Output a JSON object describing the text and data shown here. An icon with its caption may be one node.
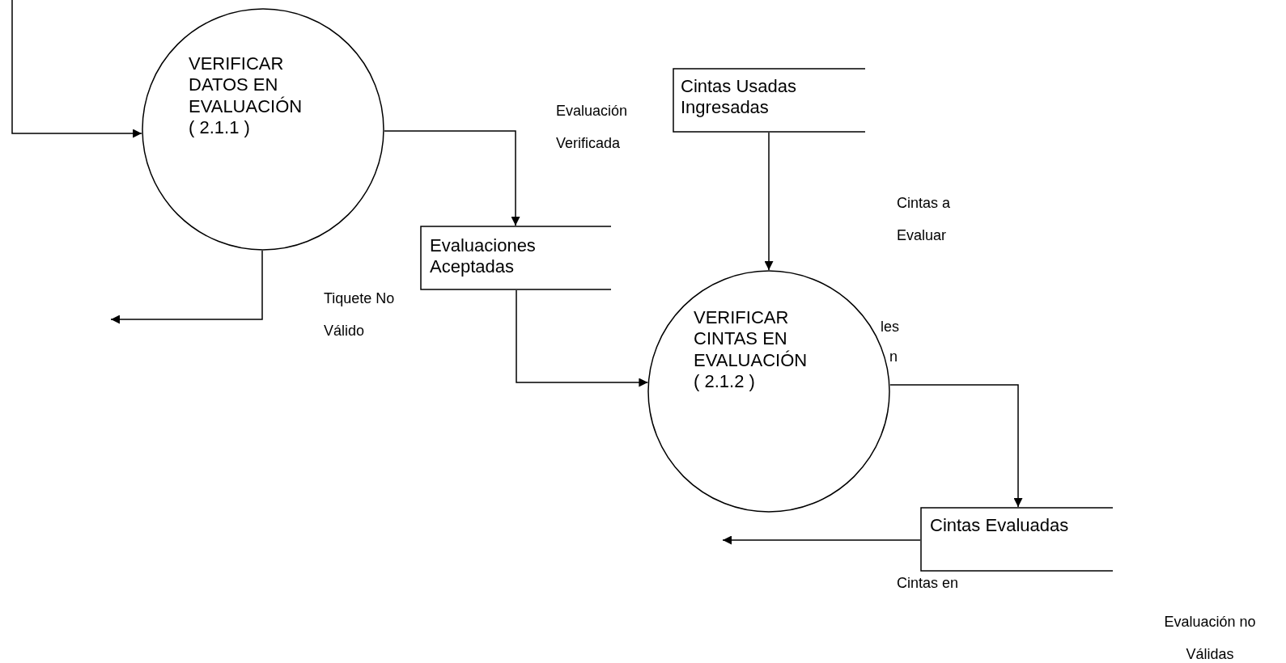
{
  "diagram": {
    "nodes": [
      {
        "text": [
          "VERIFICAR DATOS EN EVALUACIÓN ( 2.1.1 )"
        ]
      },
      {
        "text": [
          "Cintas Usadas Ingresadas"
        ]
      },
      {
        "text": [
          "Evaluaciones Aceptadas"
        ]
      },
      {
        "text": [
          "VERIFICAR CINTAS EN EVALUACIÓN ( 2.1.2 )"
        ]
      },
      {
        "text": [
          "Cintas Evaluadas"
        ]
      }
    ],
    "edges": [
      {
        "from": null,
        "to": 0,
        "arrow": "to"
      },
      {
        "from": 0,
        "to": 2,
        "arrow": "to"
      },
      {
        "from": 0,
        "to": null,
        "arrow": "to"
      },
      {
        "from": 1,
        "to": 3,
        "arrow": "to"
      },
      {
        "from": 2,
        "to": 3,
        "arrow": "to"
      },
      {
        "from": 3,
        "to": 4,
        "arrow": "to"
      },
      {
        "from": 4,
        "to": null,
        "arrow": "to"
      }
    ],
    "labels": [
      "Evaluación Verificada",
      "Tiquete No Válido",
      "Cintas a Evaluar",
      "les",
      "n",
      "Cintas en",
      "Evaluación no Válidas"
    ]
  }
}
